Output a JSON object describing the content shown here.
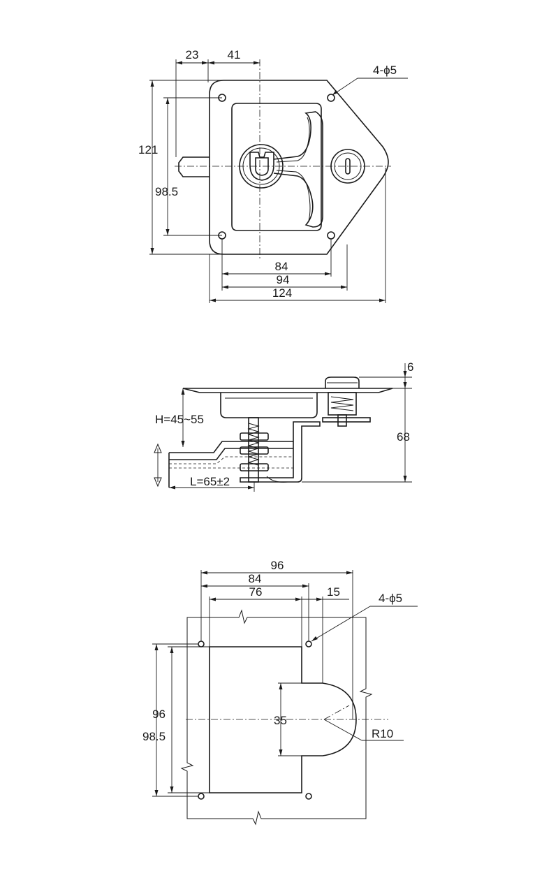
{
  "views": {
    "front": {
      "dims": {
        "d23": "23",
        "d41": "41",
        "holes": "4-ϕ5",
        "d121": "121",
        "d98_5": "98.5",
        "d84": "84",
        "d94": "94",
        "d124": "124"
      }
    },
    "side": {
      "dims": {
        "d6": "6",
        "d68": "68",
        "height": "H=45~55",
        "length": "L=65±2"
      }
    },
    "cutout": {
      "dims": {
        "d96_top": "96",
        "d84": "84",
        "d76": "76",
        "d15": "15",
        "holes": "4-ϕ5",
        "d96_left": "96",
        "d98_5": "98.5",
        "d35": "35",
        "r10": "R10"
      }
    }
  }
}
